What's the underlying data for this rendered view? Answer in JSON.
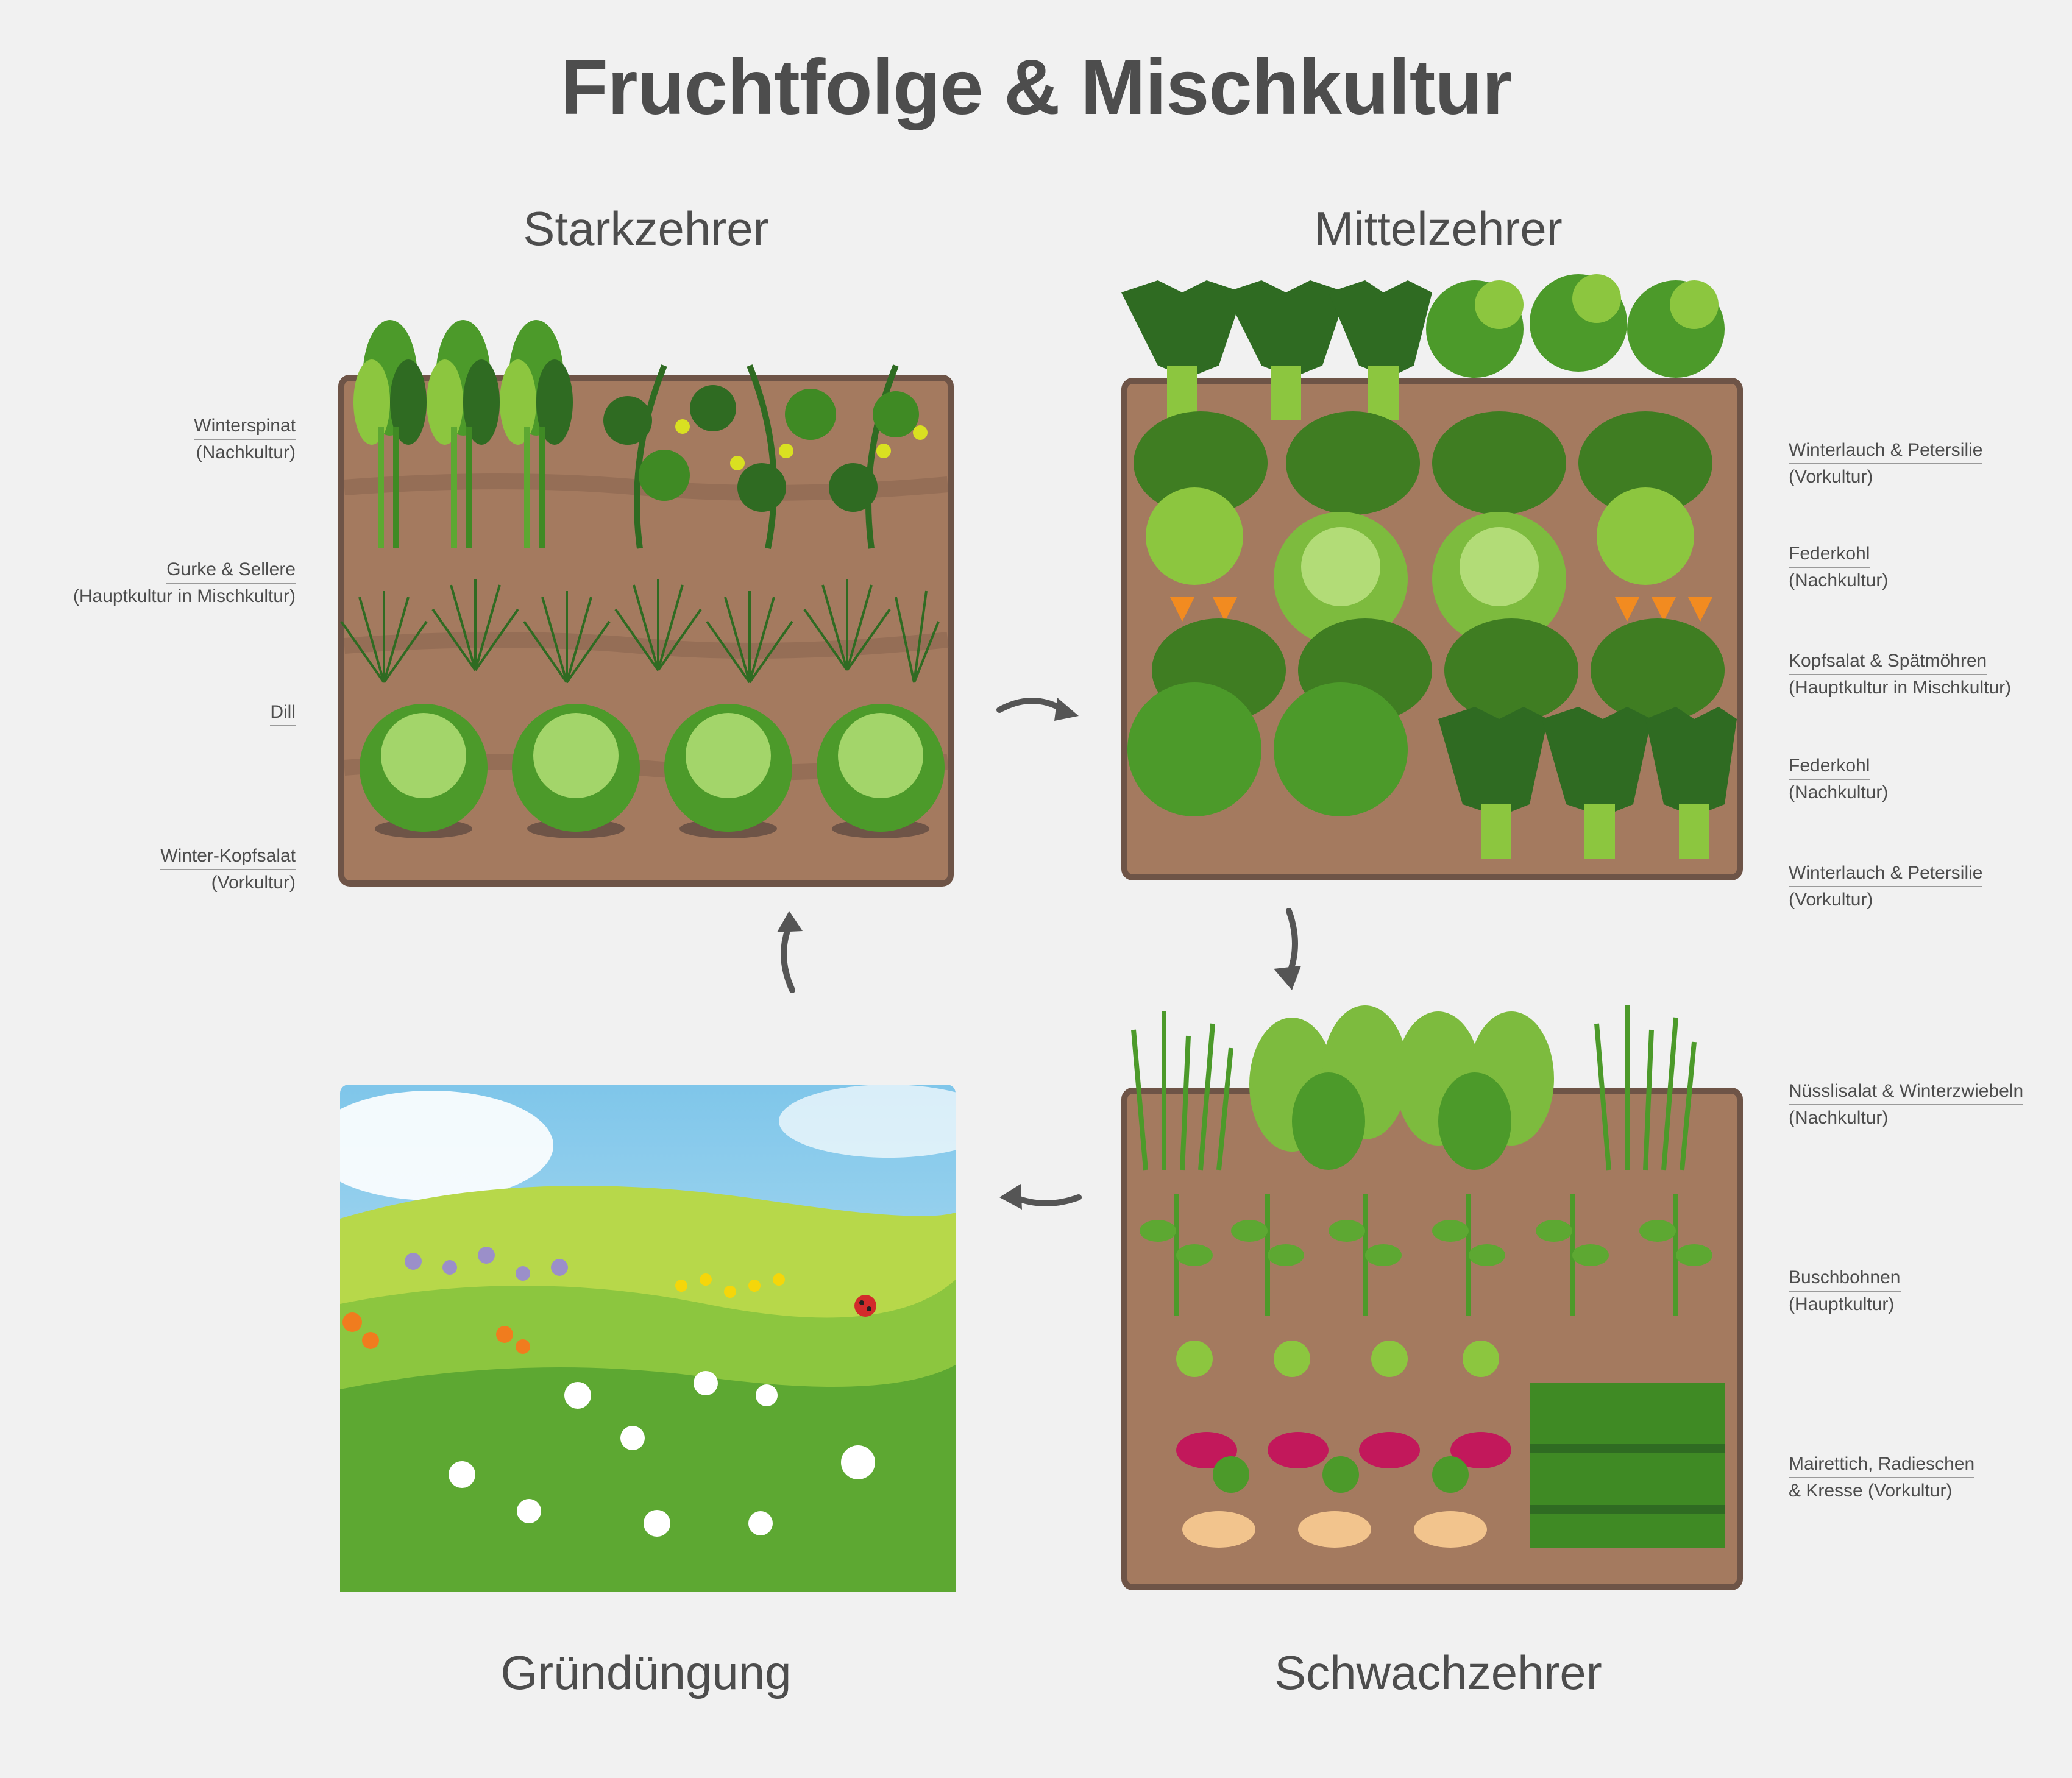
{
  "title": "Fruchtfolge & Mischkultur",
  "sections": {
    "starkzehrer": "Starkzehrer",
    "mittelzehrer": "Mittelzehrer",
    "gruenduengung": "Gründüngung",
    "schwachzehrer": "Schwachzehrer"
  },
  "starkzehrer_labels": [
    {
      "line1": "Winterspinat",
      "line2": "(Nachkultur)"
    },
    {
      "line1": "Gurke & Sellere",
      "line2": "(Hauptkultur in Mischkultur)"
    },
    {
      "line1": "Dill",
      "line2": ""
    },
    {
      "line1": "Winter-Kopfsalat",
      "line2": "(Vorkultur)"
    }
  ],
  "mittelzehrer_labels": [
    {
      "line1": "Winterlauch & Petersilie",
      "line2": "(Vorkultur)"
    },
    {
      "line1": "Federkohl",
      "line2": "(Nachkultur)"
    },
    {
      "line1": "Kopfsalat & Spätmöhren",
      "line2": "(Hauptkultur in Mischkultur)"
    },
    {
      "line1": "Federkohl",
      "line2": "(Nachkultur)"
    },
    {
      "line1": "Winterlauch & Petersilie",
      "line2": "(Vorkultur)"
    }
  ],
  "schwachzehrer_labels": [
    {
      "line1": "Nüsslisalat & Winterzwiebeln",
      "line2": "(Nachkultur)"
    },
    {
      "line1": "Buschbohnen",
      "line2": "(Hauptkultur)"
    },
    {
      "line1": "Mairettich, Radieschen",
      "line2": "& Kresse (Vorkultur)"
    }
  ],
  "colors": {
    "soil": "#a47a5f",
    "soil_dark": "#8c6550",
    "soil_border": "#6e5447",
    "leaf_dark": "#2f6b22",
    "leaf_mid": "#4c9a2a",
    "leaf_light": "#8cc63f",
    "arrow": "#555555",
    "sky": "#9fd4ef"
  },
  "icons": [
    "arrow-right-icon",
    "arrow-down-icon",
    "arrow-left-icon",
    "arrow-up-icon"
  ]
}
